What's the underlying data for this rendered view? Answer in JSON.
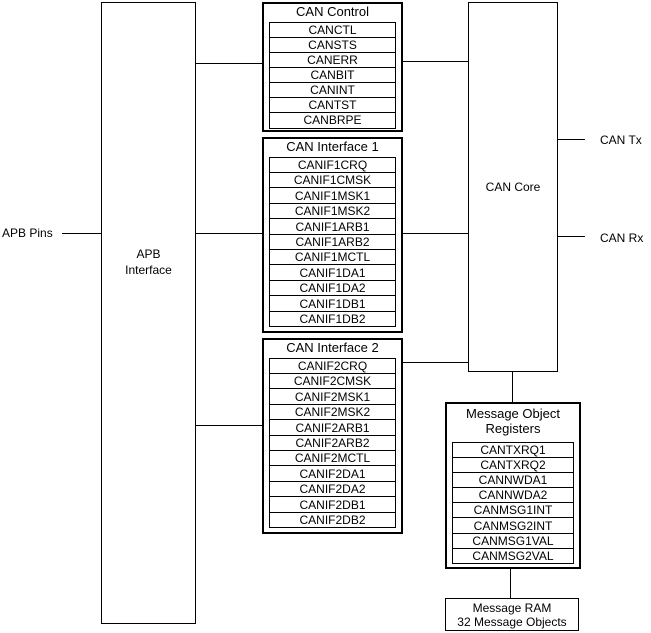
{
  "apb_pins_label": "APB Pins",
  "apb_interface": {
    "line1": "APB",
    "line2": "Interface"
  },
  "can_control": {
    "title": "CAN Control",
    "registers": [
      "CANCTL",
      "CANSTS",
      "CANERR",
      "CANBIT",
      "CANINT",
      "CANTST",
      "CANBRPE"
    ]
  },
  "can_interface_1": {
    "title": "CAN Interface 1",
    "registers": [
      "CANIF1CRQ",
      "CANIF1CMSK",
      "CANIF1MSK1",
      "CANIF1MSK2",
      "CANIF1ARB1",
      "CANIF1ARB2",
      "CANIF1MCTL",
      "CANIF1DA1",
      "CANIF1DA2",
      "CANIF1DB1",
      "CANIF1DB2"
    ]
  },
  "can_interface_2": {
    "title": "CAN Interface 2",
    "registers": [
      "CANIF2CRQ",
      "CANIF2CMSK",
      "CANIF2MSK1",
      "CANIF2MSK2",
      "CANIF2ARB1",
      "CANIF2ARB2",
      "CANIF2MCTL",
      "CANIF2DA1",
      "CANIF2DA2",
      "CANIF2DB1",
      "CANIF2DB2"
    ]
  },
  "can_core": {
    "label": "CAN Core"
  },
  "can_tx_label": "CAN Tx",
  "can_rx_label": "CAN Rx",
  "message_object_registers": {
    "title_line1": "Message Object",
    "title_line2": "Registers",
    "registers": [
      "CANTXRQ1",
      "CANTXRQ2",
      "CANNWDA1",
      "CANNWDA2",
      "CANMSG1INT",
      "CANMSG2INT",
      "CANMSG1VAL",
      "CANMSG2VAL"
    ]
  },
  "message_ram": {
    "line1": "Message RAM",
    "line2": "32 Message Objects"
  }
}
